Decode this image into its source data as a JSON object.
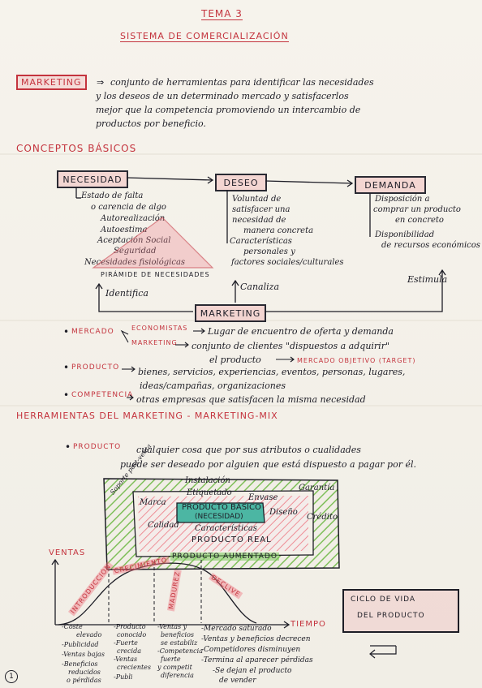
{
  "header": {
    "tema": "TEMA 3",
    "subtitle": "SISTEMA DE COMERCIALIZACIÓN"
  },
  "definition": {
    "term": "MARKETING",
    "arrow": "⇒",
    "line1": "conjunto de herramientas para identificar las necesidades",
    "line2": "y los deseos de un determinado mercado y satisfacerlos",
    "line3": "mejor que la competencia promoviendo un intercambio de",
    "line4": "productos por beneficio."
  },
  "conceptos": {
    "title": "CONCEPTOS BÁSICOS",
    "necesidad": {
      "label": "NECESIDAD",
      "items": [
        "Estado de falta",
        "o carencia de algo",
        "Autorealización",
        "Autoestima",
        "Aceptación Social",
        "Seguridad",
        "Necesidades fisiológicas"
      ],
      "piramide": "PIRÁMIDE DE NECESIDADES"
    },
    "deseo": {
      "label": "DESEO",
      "items": [
        "Voluntad de",
        "satisfacer una",
        "necesidad de",
        "manera concreta",
        "Características",
        "personales y",
        "factores sociales/culturales"
      ]
    },
    "demanda": {
      "label": "DEMANDA",
      "items": [
        "Disposición a",
        "comprar un producto",
        "en concreto",
        "Disponibilidad",
        "de recursos económicos"
      ]
    },
    "marketing_label": "MARKETING",
    "identifica": "Identifica",
    "canaliza": "Canaliza",
    "estimula": "Estimula"
  },
  "bullets": {
    "mercado": {
      "label": "MERCADO",
      "economistas": "ECONOMISTAS",
      "eco_def": "Lugar de encuentro de oferta y demanda",
      "marketing": "MARKETING",
      "mk_def1": "conjunto de clientes \"dispuestos a adquirir\"",
      "mk_def2": "el producto",
      "objetivo": "MERCADO OBJETIVO (TARGET)"
    },
    "producto": {
      "label": "PRODUCTO",
      "def1": "bienes, servicios, experiencias, eventos, personas, lugares,",
      "def2": "ideas/campañas, organizaciones"
    },
    "competencia": {
      "label": "COMPETENCIA",
      "def": "otras empresas que satisfacen la misma necesidad"
    }
  },
  "herramientas": {
    "title": "HERRAMIENTAS DEL MARKETING - MARKETING-MIX",
    "producto_label": "PRODUCTO",
    "def1": "cualquier cosa que por sus atributos o cualidades",
    "def2": "puede ser deseado por alguien que está dispuesto a pagar por él."
  },
  "diagram": {
    "outer": [
      "Instalación",
      "Garantía",
      "Crédito",
      "Soporte post-venta"
    ],
    "middle": [
      "Etiquetado",
      "Envase",
      "Marca",
      "Diseño",
      "Calidad",
      "Características"
    ],
    "basico": "PRODUCTO BÁSICO",
    "necesidad": "(NECESIDAD)",
    "real": "PRODUCTO REAL",
    "aumentado": "PRODUCTO AUMENTADO"
  },
  "ciclo": {
    "ventas": "VENTAS",
    "tiempo": "TIEMPO",
    "phases": [
      "INTRODUCCIÓN",
      "CRECIMIENTO",
      "MADUREZ",
      "DECLIVE"
    ],
    "box": [
      "CICLO DE VIDA",
      "DEL PRODUCTO"
    ],
    "col1": [
      "-Coste",
      "elevado",
      "-Publicidad",
      "-Ventas bajas",
      "-Beneficios",
      "reducidos",
      "o pérdidas"
    ],
    "col2": [
      "-Producto",
      "conocido",
      "-Fuerte",
      "crecida",
      "-Ventas",
      "crecientes",
      "-Publi"
    ],
    "col3": [
      "-Ventas y",
      "beneficios",
      "se estabiliz",
      "-Competencia",
      "fuerte",
      "y competit",
      "diferencia"
    ],
    "col4": [
      "-Mercado saturado",
      "-Ventas y beneficios decrecen",
      "-Competidores disminuyen",
      "-Termina al aparecer pérdidas",
      "-Se dejan el producto",
      "de vender"
    ],
    "page_number": "1"
  },
  "colors": {
    "ink": "#1d1d26",
    "red": "#c4343e",
    "pink_highlight": "#f08a92",
    "green_highlight": "#8fcc64",
    "teal": "#49b5a2"
  }
}
